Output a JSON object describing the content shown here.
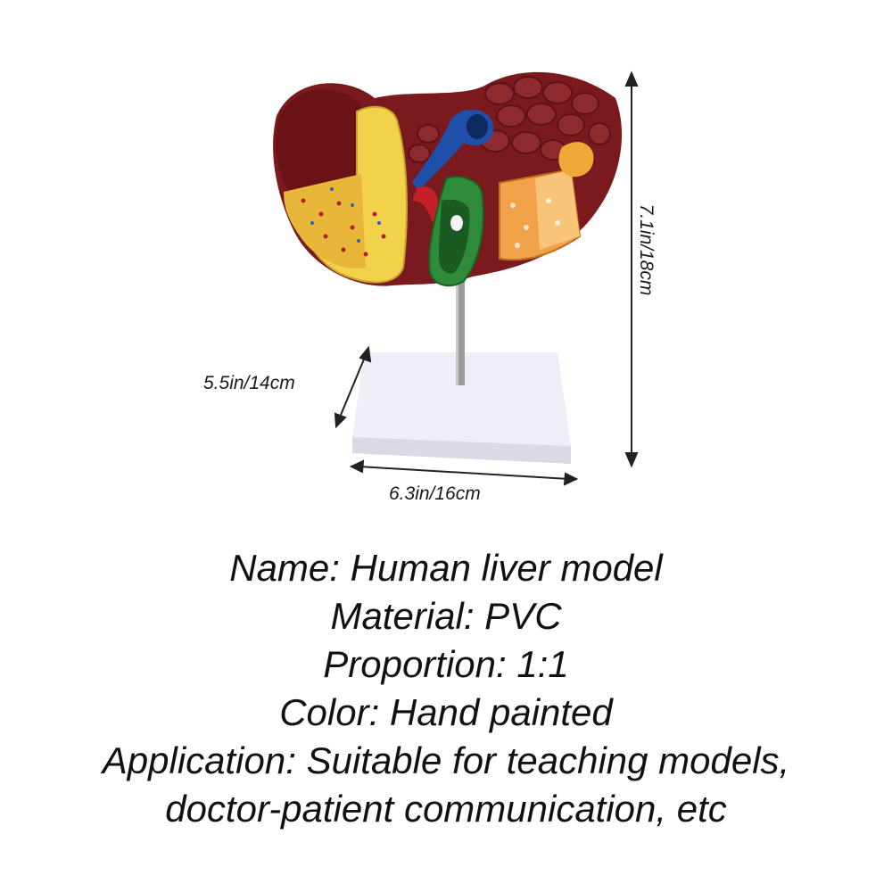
{
  "dimensions": {
    "height": "7.1in/18cm",
    "depth": "5.5in/14cm",
    "width": "6.3in/16cm"
  },
  "specs": {
    "name": "Name: Human liver model",
    "material": "Material: PVC",
    "proportion": "Proportion: 1:1",
    "color": "Color: Hand painted",
    "application_1": "Application: Suitable for teaching models,",
    "application_2": "doctor-patient communication, etc"
  },
  "colors": {
    "liver": "#7a1a1e",
    "liver_dark": "#5e1216",
    "bile": "#f2d24a",
    "gallbladder": "#2e8b3a",
    "vessel_blue": "#1f4fa8",
    "vessel_red": "#c4202a",
    "base": "#e9eaf2",
    "text": "#111111"
  }
}
